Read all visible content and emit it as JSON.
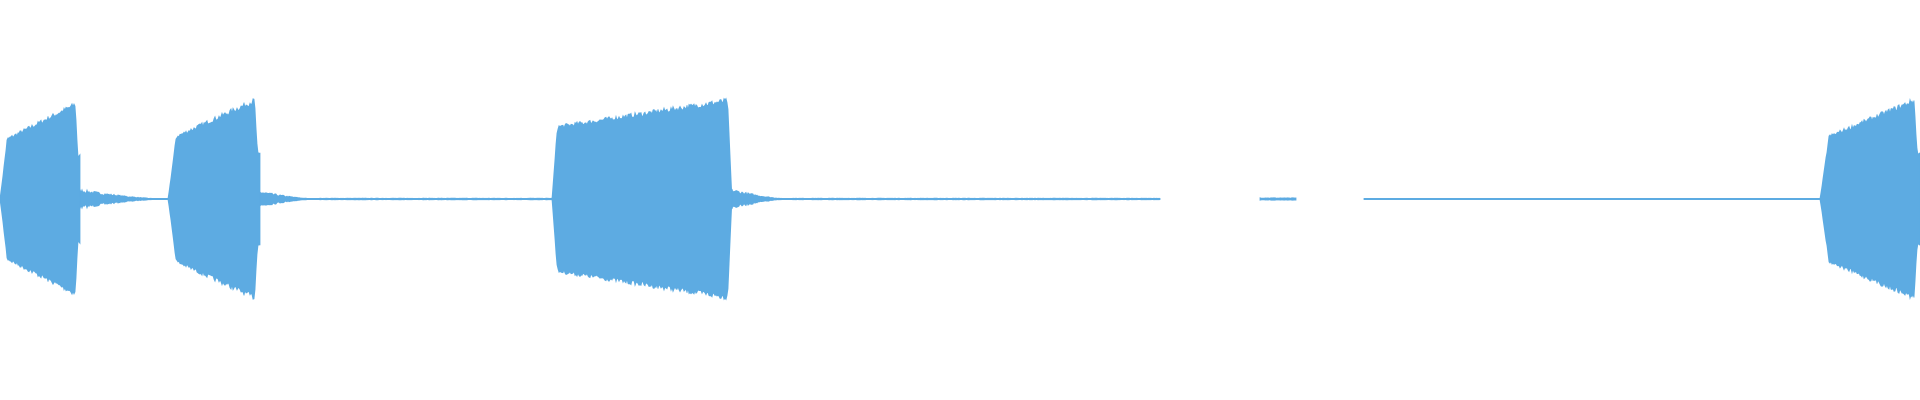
{
  "waveform": {
    "color": "#5dabe2",
    "background": "#ffffff",
    "duration_s": 9.6,
    "amplitude_range": [
      -1,
      1
    ],
    "segments": [
      {
        "type": "burst",
        "start_s": 0.0,
        "end_s": 0.4,
        "peak_amp": 0.96,
        "shape": "crescendo"
      },
      {
        "type": "tail",
        "start_s": 0.4,
        "end_s": 0.84,
        "peak_amp": 0.1
      },
      {
        "type": "burst",
        "start_s": 0.84,
        "end_s": 1.3,
        "peak_amp": 1.0,
        "shape": "crescendo"
      },
      {
        "type": "tail",
        "start_s": 1.3,
        "end_s": 1.6,
        "peak_amp": 0.08
      },
      {
        "type": "noise",
        "start_s": 1.6,
        "end_s": 2.76,
        "peak_amp": 0.008
      },
      {
        "type": "burst",
        "start_s": 2.76,
        "end_s": 3.66,
        "peak_amp": 0.98,
        "shape": "plateau"
      },
      {
        "type": "tail",
        "start_s": 3.66,
        "end_s": 3.96,
        "peak_amp": 0.1
      },
      {
        "type": "noise",
        "start_s": 3.96,
        "end_s": 5.8,
        "peak_amp": 0.008
      },
      {
        "type": "noise",
        "start_s": 6.3,
        "end_s": 6.48,
        "peak_amp": 0.012
      },
      {
        "type": "noise",
        "start_s": 6.82,
        "end_s": 9.1,
        "peak_amp": 0.006
      },
      {
        "type": "burst",
        "start_s": 9.1,
        "end_s": 9.6,
        "peak_amp": 1.0,
        "shape": "crescendo"
      }
    ]
  }
}
